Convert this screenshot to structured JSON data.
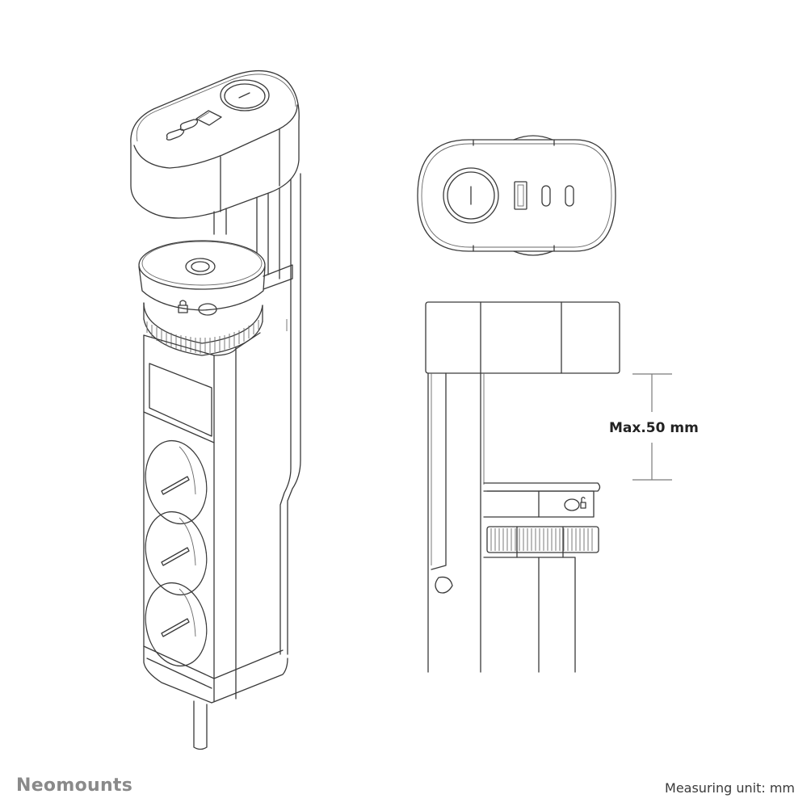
{
  "brand": {
    "name": "Neomounts",
    "color": "#8a8a8a"
  },
  "footer": {
    "unit_note": "Measuring unit: mm"
  },
  "dimension": {
    "label": "Max.50 mm",
    "max_value_mm": 50
  },
  "views": [
    {
      "name": "isometric-view",
      "description": "Desk clamp power strip, perspective view"
    },
    {
      "name": "top-view",
      "description": "Top module with power button, 1x USB-A and 2x USB-C ports"
    },
    {
      "name": "side-view",
      "description": "Side view of clamp showing desk thickness range"
    }
  ],
  "top_module": {
    "button": "power-button",
    "ports": [
      "usb-a",
      "usb-c",
      "usb-c"
    ]
  },
  "power_strip": {
    "socket_count": 3,
    "socket_type": "schuko"
  },
  "colors": {
    "line": "#3a3a3a",
    "dimension_line": "#7a7a7a",
    "label": "#222222",
    "background": "#ffffff"
  }
}
